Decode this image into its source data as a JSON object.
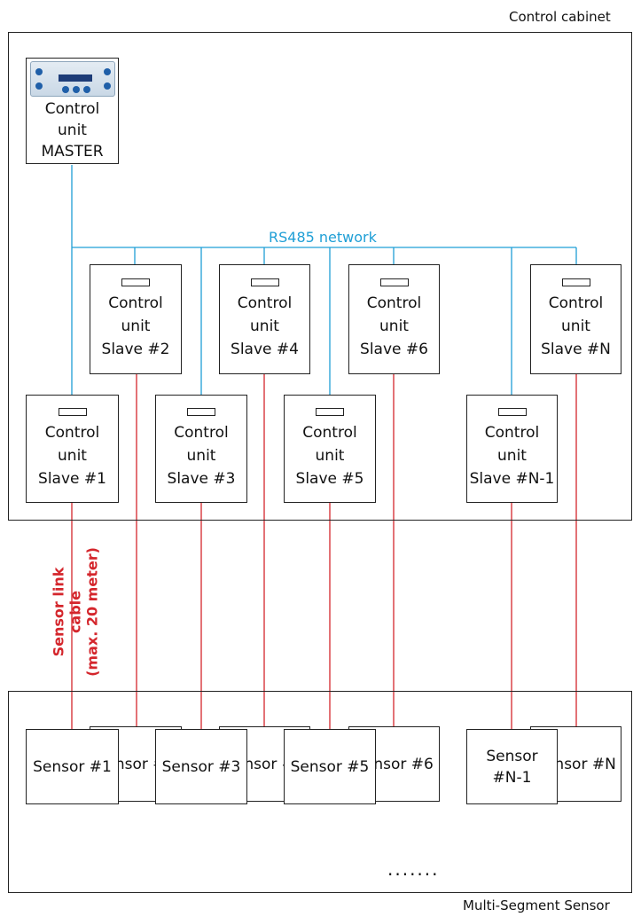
{
  "labels": {
    "control_cabinet": "Control cabinet",
    "multi_segment_sensor": "Multi-Segment Sensor",
    "rs485_network": "RS485 network",
    "sensor_link_cable": "Sensor link cable",
    "sensor_link_cable_note": "(max. 20 meter)",
    "ellipsis": "......."
  },
  "master": {
    "line1": "Control",
    "line2": "unit",
    "line3": "MASTER"
  },
  "slaves": [
    {
      "line1": "Control",
      "line2": "unit",
      "line3": "Slave #1"
    },
    {
      "line1": "Control",
      "line2": "unit",
      "line3": "Slave #2"
    },
    {
      "line1": "Control",
      "line2": "unit",
      "line3": "Slave #3"
    },
    {
      "line1": "Control",
      "line2": "unit",
      "line3": "Slave #4"
    },
    {
      "line1": "Control",
      "line2": "unit",
      "line3": "Slave #5"
    },
    {
      "line1": "Control",
      "line2": "unit",
      "line3": "Slave #6"
    },
    {
      "line1": "Control",
      "line2": "unit",
      "line3": "Slave #N-1"
    },
    {
      "line1": "Control",
      "line2": "unit",
      "line3": "Slave #N"
    }
  ],
  "sensors": [
    {
      "line1": "Sensor #1",
      "line2": ""
    },
    {
      "line1": "Sensor #2",
      "line2": ""
    },
    {
      "line1": "Sensor #3",
      "line2": ""
    },
    {
      "line1": "Sensor #4",
      "line2": ""
    },
    {
      "line1": "Sensor #5",
      "line2": ""
    },
    {
      "line1": "Sensor #6",
      "line2": ""
    },
    {
      "line1": "Sensor",
      "line2": "#N-1"
    },
    {
      "line1": "Sensor #N",
      "line2": ""
    }
  ],
  "colors": {
    "network_line": "#1f9fd6",
    "link_line": "#d4262c",
    "border": "#222222"
  }
}
